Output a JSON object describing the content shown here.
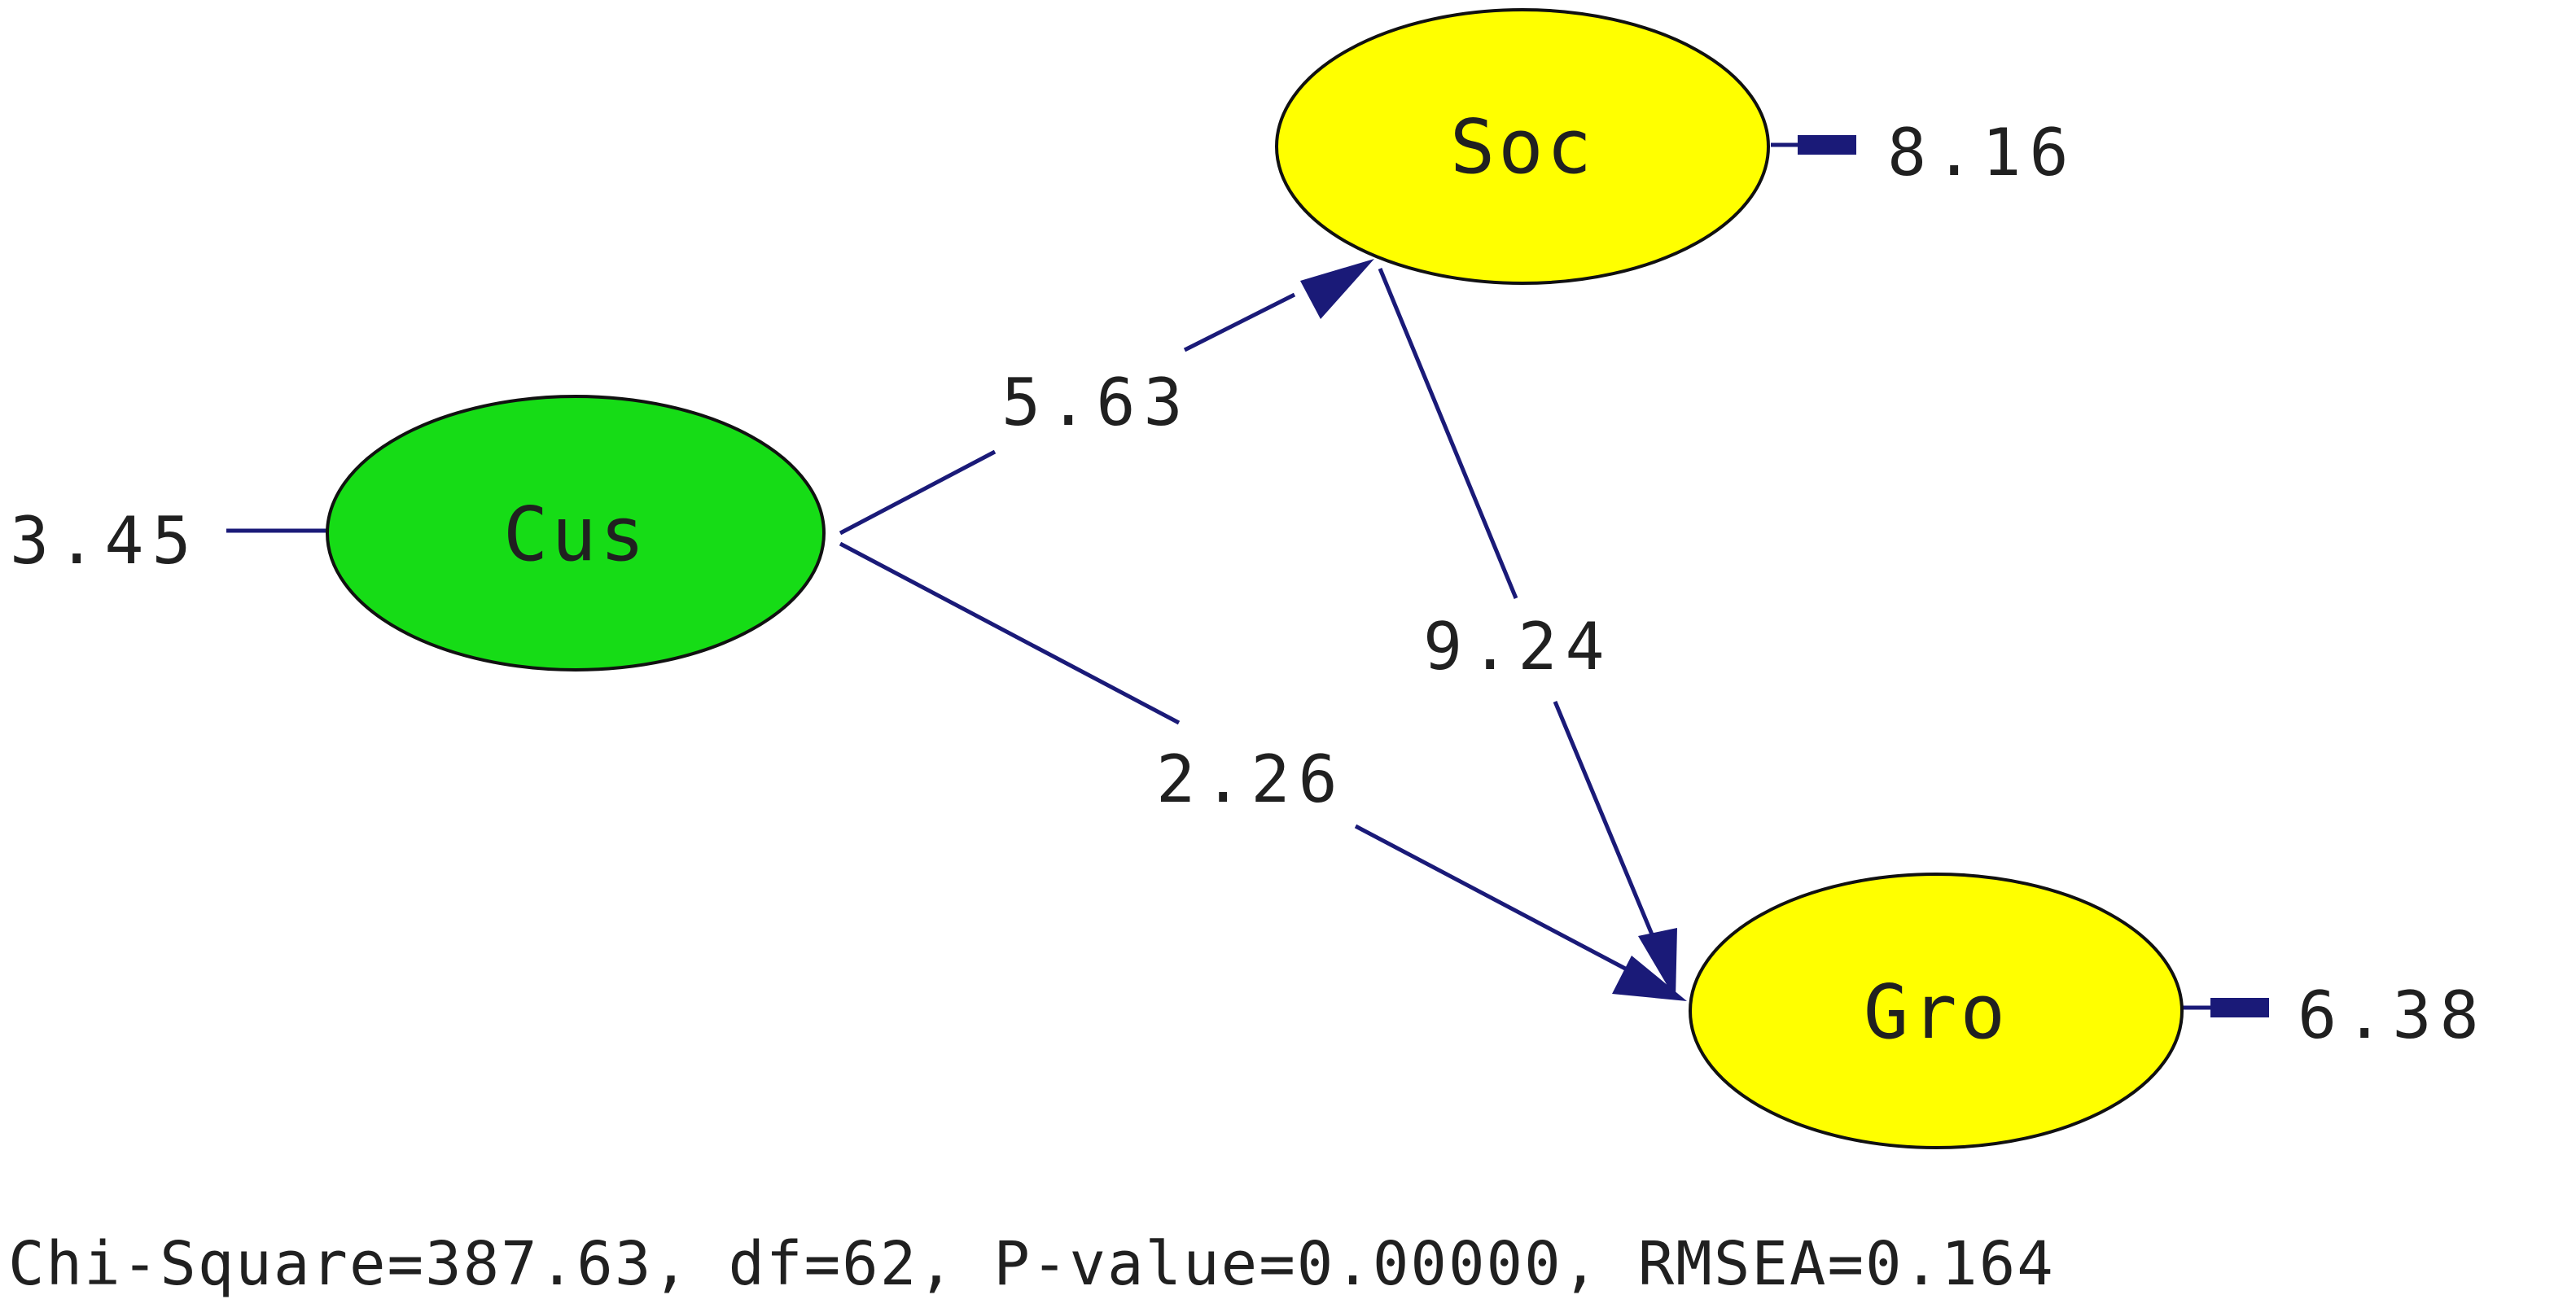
{
  "colors": {
    "exogenous_fill": "#16dc16",
    "endogenous_fill": "#ffff00",
    "arrow": "#1a1a78",
    "text": "#202020"
  },
  "nodes": {
    "cus": {
      "label": "Cus",
      "type": "exogenous"
    },
    "soc": {
      "label": "Soc",
      "type": "endogenous"
    },
    "gro": {
      "label": "Gro",
      "type": "endogenous"
    }
  },
  "paths": {
    "cus_to_soc": {
      "from": "Cus",
      "to": "Soc",
      "value": "5.63"
    },
    "cus_to_gro": {
      "from": "Cus",
      "to": "Gro",
      "value": "2.26"
    },
    "soc_to_gro": {
      "from": "Soc",
      "to": "Gro",
      "value": "9.24"
    }
  },
  "variances": {
    "cus": "3.45",
    "soc": "8.16",
    "gro": "6.38"
  },
  "fit_statistics": "Chi-Square=387.63, df=62, P-value=0.00000, RMSEA=0.164"
}
